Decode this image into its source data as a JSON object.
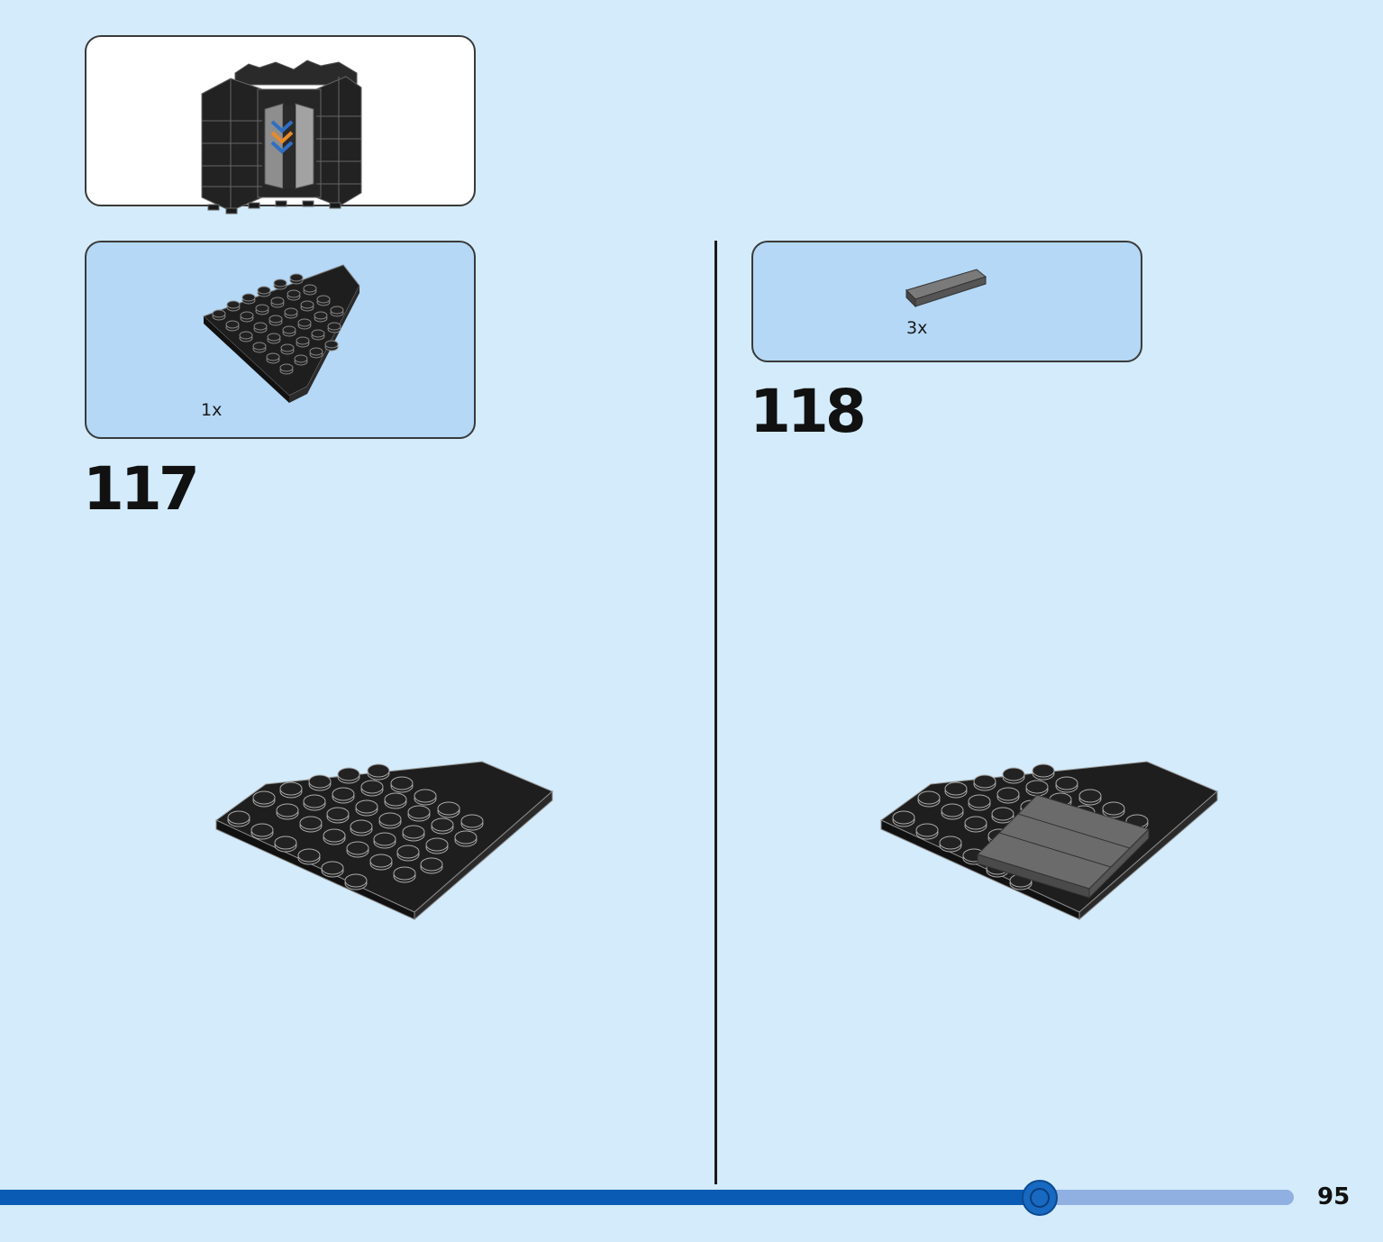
{
  "overview": {
    "label": ""
  },
  "steps": [
    {
      "number": "117",
      "parts": [
        {
          "qty": "1x"
        }
      ]
    },
    {
      "number": "118",
      "parts": [
        {
          "qty": "3x"
        }
      ]
    }
  ],
  "page": {
    "number": "95",
    "progress": 0.8
  },
  "colors": {
    "background": "#d3ebfa",
    "parts_box": "#b4d8f6",
    "progress_fill": "#0a5bb3",
    "progress_track": "#8fb0e0",
    "brick_black": "#1e1e1e",
    "tile_gray": "#6b6b6b",
    "accent_orange": "#e88a2a",
    "accent_blue": "#2f6fc4"
  }
}
